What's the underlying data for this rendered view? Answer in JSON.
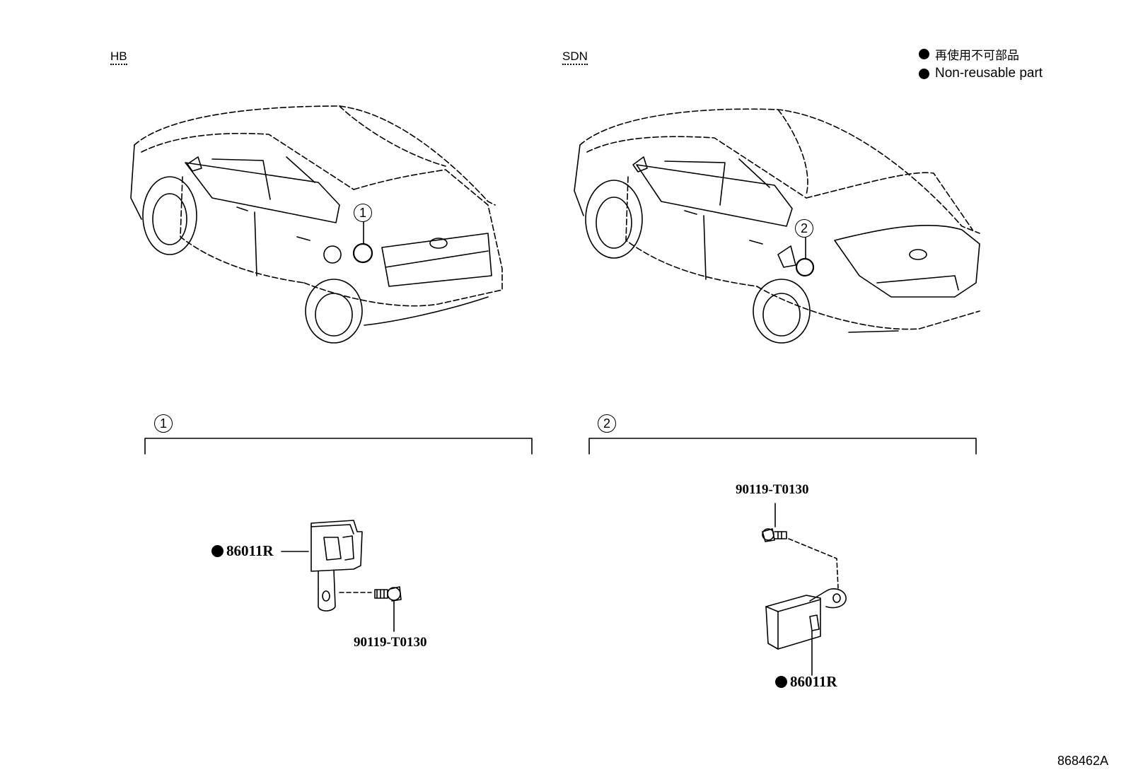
{
  "variants": {
    "left": "HB",
    "right": "SDN"
  },
  "legend": {
    "jp": "再使用不可部品",
    "en": "Non-reusable part"
  },
  "callouts": {
    "one": "1",
    "two": "2"
  },
  "parts": {
    "sensor": "86011R",
    "bolt": "90119-T0130"
  },
  "drawing_ref": "868462A"
}
